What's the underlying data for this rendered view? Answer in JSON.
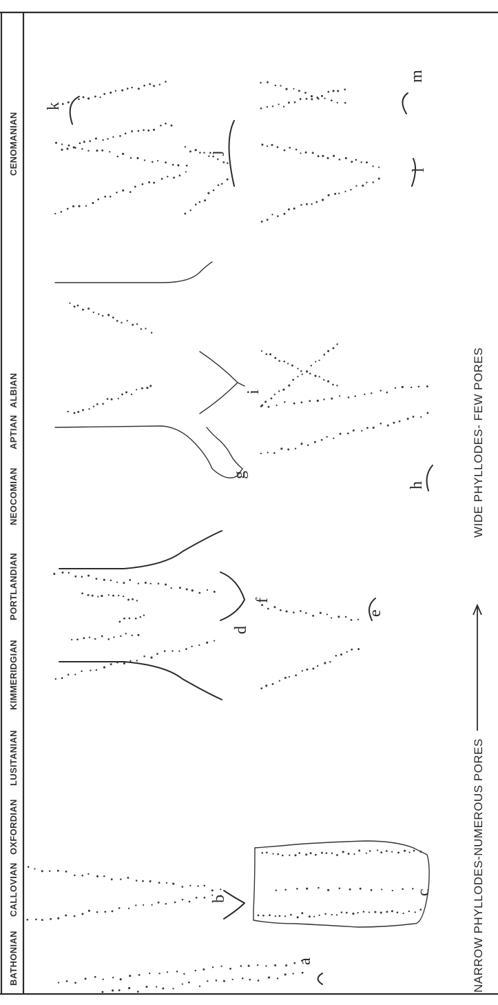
{
  "stages": [
    "BATHONIAN",
    "CALLOVIAN",
    "OXFORDIAN",
    "LUSITANIAN",
    "KIMMERIDGIAN",
    "PORTLANDIAN",
    "NEOCOMIAN",
    "APTIAN",
    "ALBIAN",
    "CENOMANIAN"
  ],
  "caption_left": "NARROW PHYLLODES-NUMEROUS PORES",
  "caption_right": "WIDE PHYLLODES- FEW PORES",
  "arrow_icon": "right-arrow-icon",
  "specimen_labels": [
    "a",
    "b",
    "c",
    "d",
    "e",
    "f",
    "g",
    "h",
    "i",
    "j",
    "k",
    "l",
    "m"
  ]
}
